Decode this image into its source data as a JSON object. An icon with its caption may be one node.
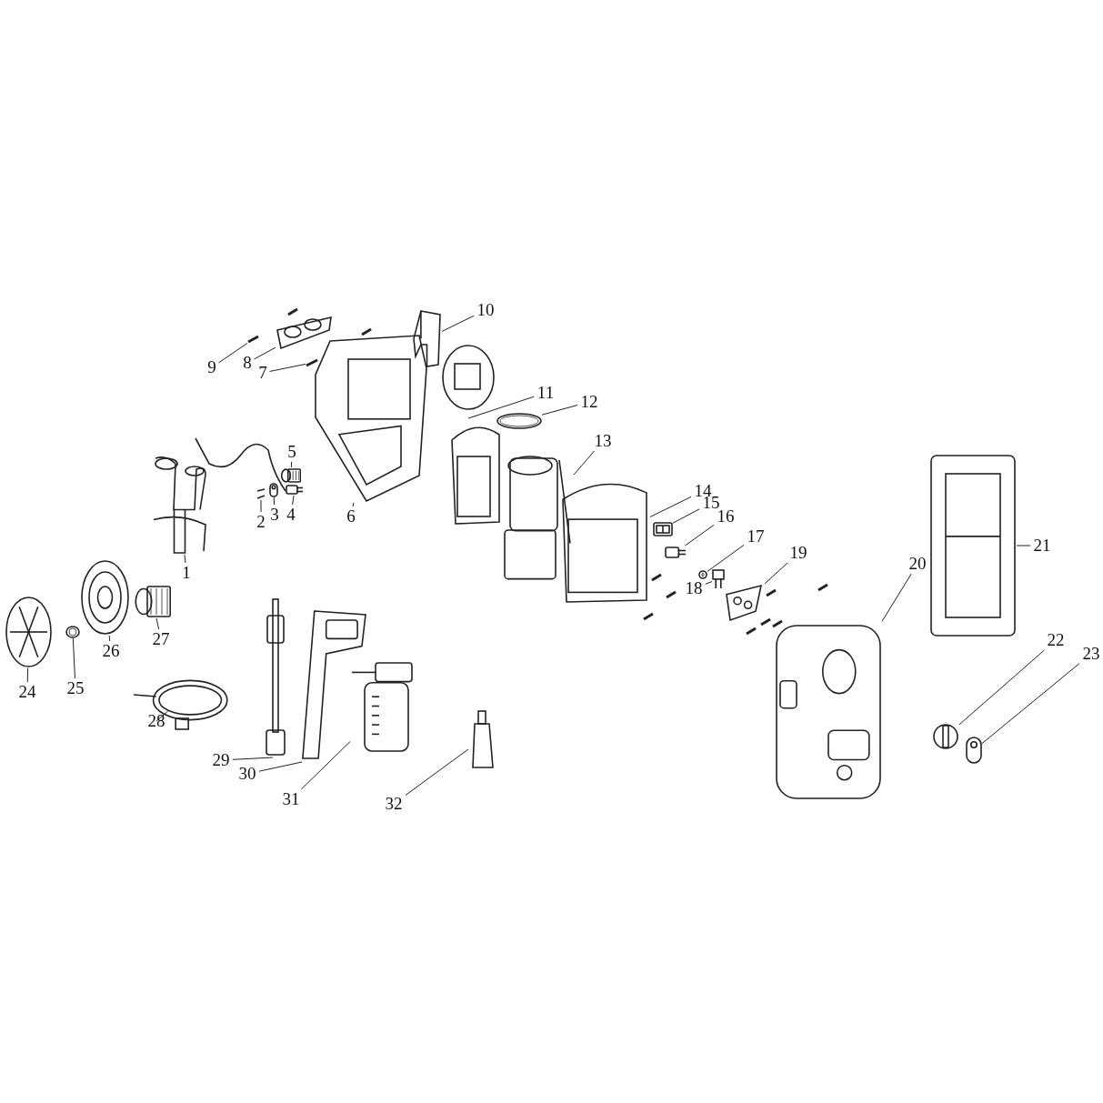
{
  "diagram": {
    "nodes": [
      {
        "text": [
          "1"
        ]
      },
      {
        "text": [
          "2"
        ]
      },
      {
        "text": [
          "3"
        ]
      },
      {
        "text": [
          "4"
        ]
      },
      {
        "text": [
          "5"
        ]
      },
      {
        "text": [
          "6"
        ]
      },
      {
        "text": [
          "7"
        ]
      },
      {
        "text": [
          "8"
        ]
      },
      {
        "text": [
          "9"
        ]
      },
      {
        "text": [
          "10"
        ]
      },
      {
        "text": [
          "11"
        ]
      },
      {
        "text": [
          "12"
        ]
      },
      {
        "text": [
          "13"
        ]
      },
      {
        "text": [
          "14"
        ]
      },
      {
        "text": [
          "15"
        ]
      },
      {
        "text": [
          "16"
        ]
      },
      {
        "text": [
          "17"
        ]
      },
      {
        "text": [
          "18"
        ]
      },
      {
        "text": [
          "19"
        ]
      },
      {
        "text": [
          "20"
        ]
      },
      {
        "text": [
          "21"
        ]
      },
      {
        "text": [
          "22"
        ]
      },
      {
        "text": [
          "23"
        ]
      },
      {
        "text": [
          "24"
        ]
      },
      {
        "text": [
          "25"
        ]
      },
      {
        "text": [
          "26"
        ]
      },
      {
        "text": [
          "27"
        ]
      },
      {
        "text": [
          "28"
        ]
      },
      {
        "text": [
          "29"
        ]
      },
      {
        "text": [
          "30"
        ]
      },
      {
        "text": [
          "31"
        ]
      },
      {
        "text": [
          "32"
        ]
      },
      {
        "text": [],
        "shape": "picture"
      },
      {
        "text": [],
        "shape": "picture"
      },
      {
        "text": [],
        "shape": "picture"
      },
      {
        "text": [],
        "shape": "picture"
      },
      {
        "text": [],
        "shape": "picture"
      },
      {
        "text": [],
        "shape": "picture"
      },
      {
        "text": [],
        "shape": "picture"
      },
      {
        "text": [],
        "shape": "picture"
      },
      {
        "text": [],
        "shape": "picture"
      },
      {
        "text": [],
        "shape": "picture"
      },
      {
        "text": [],
        "shape": "picture"
      },
      {
        "text": [],
        "shape": "picture"
      },
      {
        "text": [],
        "shape": "picture"
      },
      {
        "text": [],
        "shape": "picture"
      },
      {
        "text": [],
        "shape": "picture"
      },
      {
        "text": [],
        "shape": "picture"
      },
      {
        "text": [],
        "shape": "picture"
      },
      {
        "text": [],
        "shape": "picture"
      },
      {
        "text": [],
        "shape": "picture"
      },
      {
        "text": [],
        "shape": "picture"
      },
      {
        "text": [],
        "shape": "picture"
      },
      {
        "text": [],
        "shape": "picture"
      },
      {
        "text": [],
        "shape": "picture"
      },
      {
        "text": [],
        "shape": "picture"
      },
      {
        "text": [],
        "shape": "picture"
      },
      {
        "text": [],
        "shape": "picture"
      },
      {
        "text": [],
        "shape": "picture"
      },
      {
        "text": [],
        "shape": "picture"
      },
      {
        "text": [],
        "shape": "picture"
      },
      {
        "text": [],
        "shape": "picture"
      },
      {
        "text": [],
        "shape": "picture"
      },
      {
        "text": [],
        "shape": "picture"
      }
    ],
    "edges": [
      {
        "from": 0,
        "to": 32,
        "arrow": "none"
      },
      {
        "from": 1,
        "to": 33,
        "arrow": "none"
      },
      {
        "from": 2,
        "to": 34,
        "arrow": "none"
      },
      {
        "from": 3,
        "to": 35,
        "arrow": "none"
      },
      {
        "from": 4,
        "to": 36,
        "arrow": "none"
      },
      {
        "from": 5,
        "to": 37,
        "arrow": "none"
      },
      {
        "from": 6,
        "to": 38,
        "arrow": "none"
      },
      {
        "from": 7,
        "to": 39,
        "arrow": "none"
      },
      {
        "from": 8,
        "to": 40,
        "arrow": "none"
      },
      {
        "from": 9,
        "to": 41,
        "arrow": "none"
      },
      {
        "from": 10,
        "to": 42,
        "arrow": "none"
      },
      {
        "from": 11,
        "to": 43,
        "arrow": "none"
      },
      {
        "from": 12,
        "to": 44,
        "arrow": "none"
      },
      {
        "from": 13,
        "to": 45,
        "arrow": "none"
      },
      {
        "from": 14,
        "to": 46,
        "arrow": "none"
      },
      {
        "from": 15,
        "to": 47,
        "arrow": "none"
      },
      {
        "from": 16,
        "to": 48,
        "arrow": "none"
      },
      {
        "from": 17,
        "to": 49,
        "arrow": "none"
      },
      {
        "from": 18,
        "to": 50,
        "arrow": "none"
      },
      {
        "from": 19,
        "to": 51,
        "arrow": "none"
      },
      {
        "from": 20,
        "to": 52,
        "arrow": "none"
      },
      {
        "from": 21,
        "to": 53,
        "arrow": "none"
      },
      {
        "from": 22,
        "to": 54,
        "arrow": "none"
      },
      {
        "from": 23,
        "to": 55,
        "arrow": "none"
      },
      {
        "from": 24,
        "to": 56,
        "arrow": "none"
      },
      {
        "from": 25,
        "to": 57,
        "arrow": "none"
      },
      {
        "from": 26,
        "to": 58,
        "arrow": "none"
      },
      {
        "from": 27,
        "to": 59,
        "arrow": "none"
      },
      {
        "from": 28,
        "to": 60,
        "arrow": "none"
      },
      {
        "from": 29,
        "to": 61,
        "arrow": "none"
      },
      {
        "from": 30,
        "to": 62,
        "arrow": "none"
      },
      {
        "from": 31,
        "to": 63,
        "arrow": "none"
      }
    ]
  }
}
